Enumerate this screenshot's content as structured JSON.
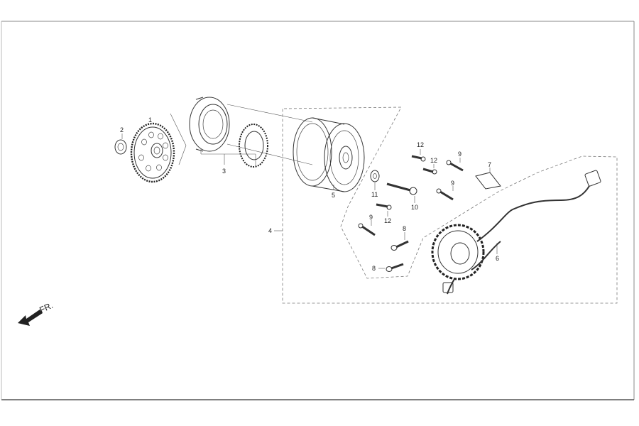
{
  "diagram": {
    "direction_label": "FR.",
    "callouts": [
      {
        "id": "c1",
        "text": "1"
      },
      {
        "id": "c2",
        "text": "2"
      },
      {
        "id": "c3",
        "text": "3"
      },
      {
        "id": "c4",
        "text": "4"
      },
      {
        "id": "c5",
        "text": "5"
      },
      {
        "id": "c6",
        "text": "6"
      },
      {
        "id": "c7",
        "text": "7"
      },
      {
        "id": "c8a",
        "text": "8"
      },
      {
        "id": "c8b",
        "text": "8"
      },
      {
        "id": "c9a",
        "text": "9"
      },
      {
        "id": "c9b",
        "text": "9"
      },
      {
        "id": "c9c",
        "text": "9"
      },
      {
        "id": "c10",
        "text": "10"
      },
      {
        "id": "c11",
        "text": "11"
      },
      {
        "id": "c12a",
        "text": "12"
      },
      {
        "id": "c12b",
        "text": "12"
      },
      {
        "id": "c12c",
        "text": "12"
      }
    ]
  }
}
